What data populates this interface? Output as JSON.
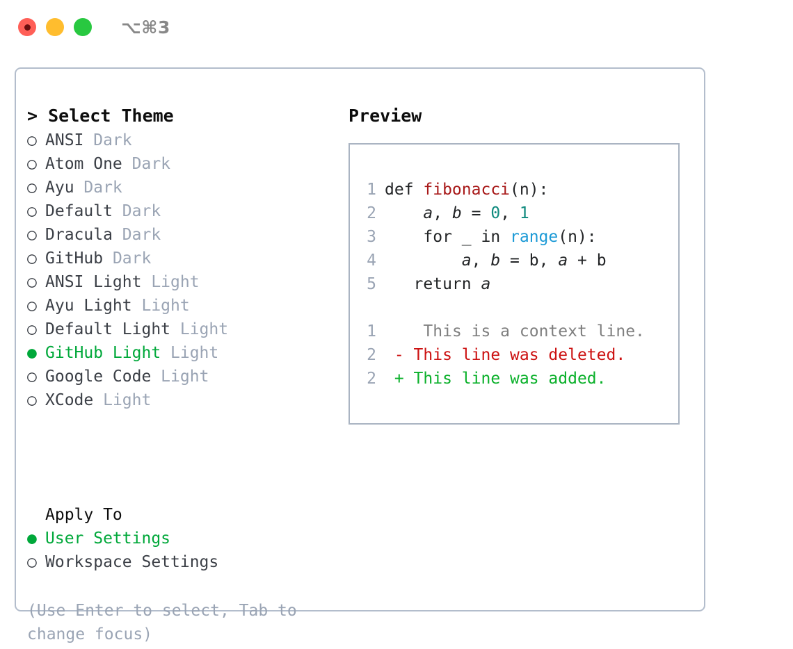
{
  "titlebar": {
    "shortcut": "⌥⌘3",
    "buttons": [
      {
        "name": "close",
        "color": "#ff5f57",
        "recording": true
      },
      {
        "name": "minimize",
        "color": "#ffbd2e",
        "recording": false
      },
      {
        "name": "maximize",
        "color": "#28c840",
        "recording": false
      }
    ]
  },
  "theme_picker": {
    "header": "> Select Theme",
    "marker_selected": "●",
    "marker_unselected": "○",
    "items": [
      {
        "name": "ANSI",
        "variant": "Dark",
        "selected": false
      },
      {
        "name": "Atom One",
        "variant": "Dark",
        "selected": false
      },
      {
        "name": "Ayu",
        "variant": "Dark",
        "selected": false
      },
      {
        "name": "Default",
        "variant": "Dark",
        "selected": false
      },
      {
        "name": "Dracula",
        "variant": "Dark",
        "selected": false
      },
      {
        "name": "GitHub",
        "variant": "Dark",
        "selected": false
      },
      {
        "name": "ANSI Light",
        "variant": "Light",
        "selected": false
      },
      {
        "name": "Ayu Light",
        "variant": "Light",
        "selected": false
      },
      {
        "name": "Default Light",
        "variant": "Light",
        "selected": false
      },
      {
        "name": "GitHub Light",
        "variant": "Light",
        "selected": true
      },
      {
        "name": "Google Code",
        "variant": "Light",
        "selected": false
      },
      {
        "name": "XCode",
        "variant": "Light",
        "selected": false
      }
    ]
  },
  "apply_to": {
    "title": "Apply To",
    "options": [
      {
        "label": "User Settings",
        "selected": true
      },
      {
        "label": "Workspace Settings",
        "selected": false
      }
    ]
  },
  "hint": "(Use Enter to select, Tab to change focus)",
  "preview": {
    "header": "Preview",
    "code_lines": [
      {
        "num": "1",
        "tokens": [
          {
            "t": "def ",
            "c": "tok-kw"
          },
          {
            "t": "fibonacci",
            "c": "tok-fn"
          },
          {
            "t": "(n):",
            "c": "tok-punct"
          }
        ]
      },
      {
        "num": "2",
        "tokens": [
          {
            "t": "    ",
            "c": "tok-punct"
          },
          {
            "t": "a",
            "c": "tok-var"
          },
          {
            "t": ", ",
            "c": "tok-punct"
          },
          {
            "t": "b",
            "c": "tok-var"
          },
          {
            "t": " = ",
            "c": "tok-punct"
          },
          {
            "t": "0",
            "c": "tok-num"
          },
          {
            "t": ", ",
            "c": "tok-punct"
          },
          {
            "t": "1",
            "c": "tok-num"
          }
        ]
      },
      {
        "num": "3",
        "tokens": [
          {
            "t": "    for _ in ",
            "c": "tok-kw"
          },
          {
            "t": "range",
            "c": "tok-builtin"
          },
          {
            "t": "(n):",
            "c": "tok-punct"
          }
        ]
      },
      {
        "num": "4",
        "tokens": [
          {
            "t": "        ",
            "c": "tok-punct"
          },
          {
            "t": "a",
            "c": "tok-var"
          },
          {
            "t": ", ",
            "c": "tok-punct"
          },
          {
            "t": "b",
            "c": "tok-var"
          },
          {
            "t": " = ",
            "c": "tok-punct"
          },
          {
            "t": "b",
            "c": "tok-punct"
          },
          {
            "t": ", ",
            "c": "tok-punct"
          },
          {
            "t": "a",
            "c": "tok-var"
          },
          {
            "t": " + ",
            "c": "tok-punct"
          },
          {
            "t": "b",
            "c": "tok-punct"
          }
        ]
      },
      {
        "num": "5",
        "tokens": [
          {
            "t": "   return ",
            "c": "tok-kw"
          },
          {
            "t": "a",
            "c": "tok-var"
          }
        ]
      }
    ],
    "diff_lines": [
      {
        "num": "1",
        "sign": " ",
        "text": "  This is a context line.",
        "kind": "diff-context"
      },
      {
        "num": "2",
        "sign": "-",
        "text": " This line was deleted.",
        "kind": "diff-del"
      },
      {
        "num": "2",
        "sign": "+",
        "text": " This line was added.",
        "kind": "diff-add"
      }
    ]
  },
  "colors": {
    "accent_green": "#00a83a",
    "muted": "#9aa4b4",
    "border": "#b3bdcc",
    "syntax_function": "#a81919",
    "syntax_builtin": "#1c9ad6",
    "syntax_number": "#0f8a7e",
    "diff_added": "#0ab02a",
    "diff_deleted": "#cc1111"
  }
}
